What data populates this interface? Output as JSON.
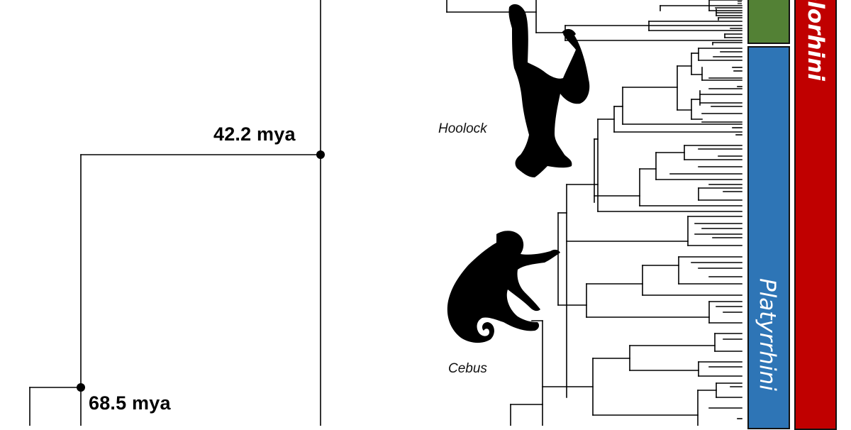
{
  "figure": {
    "type": "phylogenetic-tree",
    "background": "#ffffff",
    "line_color": "#000000"
  },
  "node_labels": {
    "node_42": "42.2 mya",
    "node_68": "68.5 mya"
  },
  "taxa": {
    "hoolock": "Hoolock",
    "cebus": "Cebus"
  },
  "clades": {
    "green": {
      "label": "",
      "color": "#538135"
    },
    "platyrrhini": {
      "label": "Platyrrhini",
      "color": "#2e75b6"
    },
    "red": {
      "label": "olorhini",
      "color": "#c00000"
    }
  },
  "icons": {
    "hoolock_silhouette": "gibbon-silhouette-icon",
    "cebus_silhouette": "capuchin-silhouette-icon"
  }
}
